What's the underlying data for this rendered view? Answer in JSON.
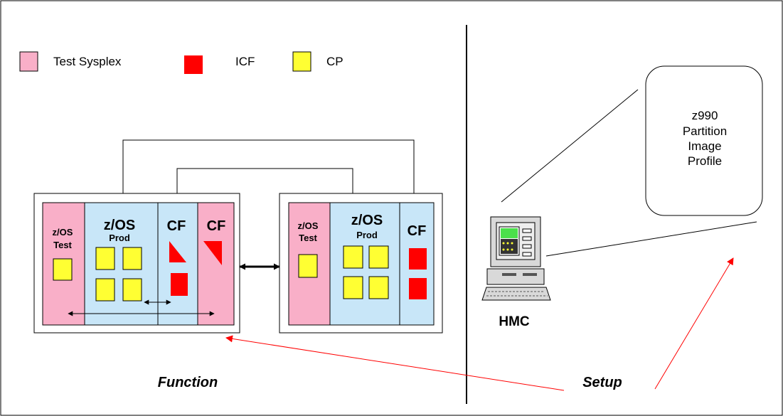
{
  "legend": {
    "items": [
      {
        "label": "Test Sysplex",
        "color": "#f9afc8"
      },
      {
        "label": "ICF",
        "color": "#ff0000"
      },
      {
        "label": "CP",
        "color": "#ffff33"
      }
    ]
  },
  "colors": {
    "test": "#f9afc8",
    "prod": "#c8e6f8",
    "cp": "#ffff33",
    "icf": "#ff0000",
    "connector": "#ff0000"
  },
  "cec1": {
    "test_label": [
      "z/OS",
      "Test"
    ],
    "prod_title": "z/OS",
    "prod_sub": "Prod",
    "cf_label": "CF",
    "cf2_label": "CF"
  },
  "cec2": {
    "test_label": [
      "z/OS",
      "Test"
    ],
    "prod_title": "z/OS",
    "prod_sub": "Prod",
    "cf_label": "CF"
  },
  "hmc": {
    "label": "HMC"
  },
  "profile": {
    "lines": [
      "z990",
      "Partition",
      "Image",
      "Profile"
    ]
  },
  "captions": {
    "function": "Function",
    "setup": "Setup"
  },
  "icons": [
    "workstation-icon",
    "cp-processor-icon",
    "icf-processor-icon"
  ]
}
